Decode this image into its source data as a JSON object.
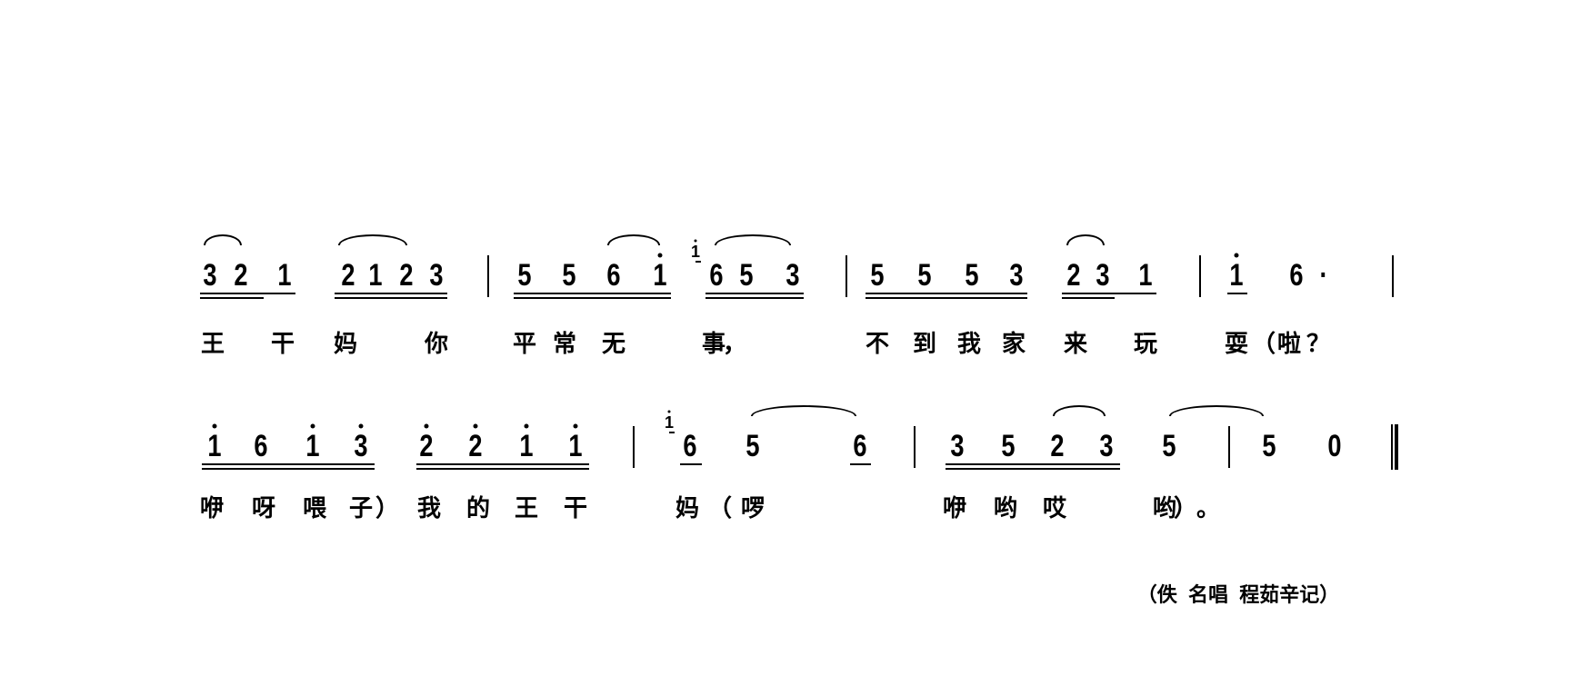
{
  "score": {
    "line1": {
      "items": [
        {
          "type": "note",
          "n": "3"
        },
        {
          "type": "note",
          "n": "2"
        },
        {
          "type": "note",
          "n": "1"
        },
        {
          "type": "note",
          "n": "2"
        },
        {
          "type": "note",
          "n": "1"
        },
        {
          "type": "note",
          "n": "2"
        },
        {
          "type": "note",
          "n": "3"
        },
        {
          "type": "bar"
        },
        {
          "type": "note",
          "n": "5"
        },
        {
          "type": "note",
          "n": "5"
        },
        {
          "type": "note",
          "n": "6"
        },
        {
          "type": "note",
          "n": "1",
          "high": true
        },
        {
          "type": "grace",
          "n": "1",
          "high": true
        },
        {
          "type": "note",
          "n": "6"
        },
        {
          "type": "note",
          "n": "5"
        },
        {
          "type": "note",
          "n": "3"
        },
        {
          "type": "bar"
        },
        {
          "type": "note",
          "n": "5"
        },
        {
          "type": "note",
          "n": "5"
        },
        {
          "type": "note",
          "n": "5"
        },
        {
          "type": "note",
          "n": "3"
        },
        {
          "type": "note",
          "n": "2"
        },
        {
          "type": "note",
          "n": "3"
        },
        {
          "type": "note",
          "n": "1"
        },
        {
          "type": "bar"
        },
        {
          "type": "note",
          "n": "1",
          "high": true
        },
        {
          "type": "note",
          "n": "6"
        },
        {
          "type": "note",
          "n": "·"
        },
        {
          "type": "bar"
        }
      ],
      "lyrics": [
        "王",
        "干",
        "妈",
        "你",
        "平",
        "常",
        "无",
        "事",
        "，",
        "不",
        "到",
        "我",
        "家",
        "来",
        "玩",
        "耍",
        "（",
        "啦",
        "？"
      ]
    },
    "line2": {
      "items": [
        {
          "type": "note",
          "n": "1",
          "high": true
        },
        {
          "type": "note",
          "n": "6"
        },
        {
          "type": "note",
          "n": "1",
          "high": true
        },
        {
          "type": "note",
          "n": "3",
          "high": true
        },
        {
          "type": "note",
          "n": "2",
          "high": true
        },
        {
          "type": "note",
          "n": "2",
          "high": true
        },
        {
          "type": "note",
          "n": "1",
          "high": true
        },
        {
          "type": "note",
          "n": "1",
          "high": true
        },
        {
          "type": "bar"
        },
        {
          "type": "grace",
          "n": "1",
          "high": true
        },
        {
          "type": "note",
          "n": "6"
        },
        {
          "type": "note",
          "n": "5"
        },
        {
          "type": "note",
          "n": "6"
        },
        {
          "type": "bar"
        },
        {
          "type": "note",
          "n": "3"
        },
        {
          "type": "note",
          "n": "5"
        },
        {
          "type": "note",
          "n": "2"
        },
        {
          "type": "note",
          "n": "3"
        },
        {
          "type": "note",
          "n": "5"
        },
        {
          "type": "bar"
        },
        {
          "type": "note",
          "n": "5"
        },
        {
          "type": "note",
          "n": "0"
        },
        {
          "type": "final"
        }
      ],
      "lyrics": [
        "咿",
        "呀",
        "喂",
        "子",
        "）",
        "我",
        "的",
        "王",
        "干",
        "妈",
        "（",
        "啰",
        "咿",
        "哟",
        "哎",
        "哟",
        "）",
        "。"
      ]
    },
    "credit": "（佚  名唱  程茹辛记）"
  }
}
